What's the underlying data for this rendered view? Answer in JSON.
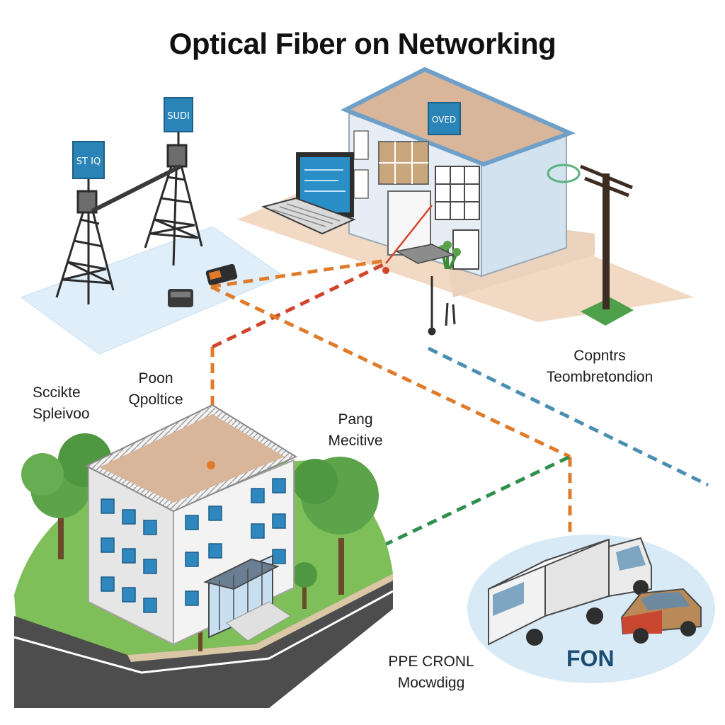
{
  "title": "Optical Fiber on Networking",
  "labels": {
    "top_right": [
      "Copntrs",
      "Teombretondion"
    ],
    "left": [
      "Sccikte",
      "Spleivoo"
    ],
    "center_left": [
      "Poon",
      "Qpoltice"
    ],
    "center": [
      "Pang",
      "Mecitive"
    ],
    "bottom": [
      "PPE CRONL",
      "Mocwdigg"
    ],
    "vehicle_zone": "FON"
  },
  "sign_text": {
    "tower_left": "ST IQ",
    "tower_right": "SUDI",
    "building_top": "OVED"
  },
  "colors": {
    "fiber_orange": "#e07b2a",
    "fiber_red": "#d2452b",
    "fiber_green": "#2f8f4e",
    "fiber_blue": "#4a8fb3",
    "building_wall": "#dfe6ee",
    "roof": "#d9b59a"
  },
  "icons": [
    "tower-icon",
    "laptop-icon",
    "office-building-icon",
    "utility-pole-icon",
    "fiber-splice-device-icon",
    "tree-icon",
    "truck-icon",
    "car-icon"
  ]
}
